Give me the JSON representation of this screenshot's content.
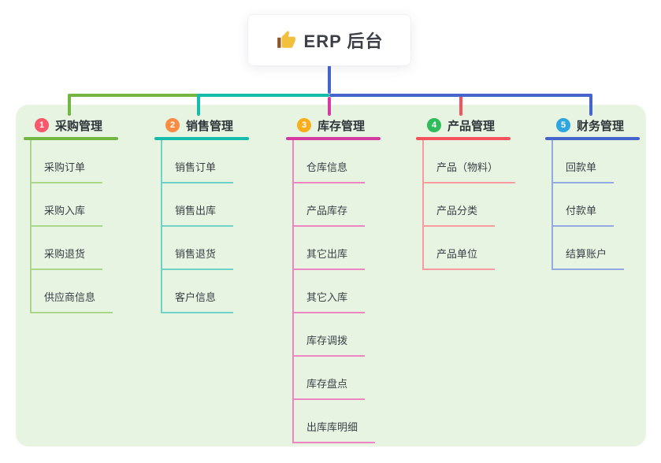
{
  "root": {
    "label": "ERP 后台",
    "icon": "thumbs-up-icon",
    "icon_color": "#f2c03c"
  },
  "canvas": {
    "container_background": "#e8f4e2",
    "stem_color": "#4565cd"
  },
  "branches": [
    {
      "number": "1",
      "label": "采购管理",
      "badge_color": "#f7586b",
      "line_color": "#74b642",
      "light_color": "#a9d689",
      "children": [
        "采购订单",
        "采购入库",
        "采购退货",
        "供应商信息"
      ]
    },
    {
      "number": "2",
      "label": "销售管理",
      "badge_color": "#f98b43",
      "line_color": "#15bcab",
      "light_color": "#70d2c7",
      "children": [
        "销售订单",
        "销售出库",
        "销售退货",
        "客户信息"
      ]
    },
    {
      "number": "3",
      "label": "库存管理",
      "badge_color": "#fbae1c",
      "line_color": "#d43aa0",
      "light_color": "#ee85c3",
      "children": [
        "仓库信息",
        "产品库存",
        "其它出库",
        "其它入库",
        "库存调拨",
        "库存盘点",
        "出库库明细"
      ]
    },
    {
      "number": "4",
      "label": "产品管理",
      "badge_color": "#30bc5b",
      "line_color": "#f4525c",
      "light_color": "#f79ba1",
      "children": [
        "产品（物料）",
        "产品分类",
        "产品单位"
      ]
    },
    {
      "number": "5",
      "label": "财务管理",
      "badge_color": "#2da5de",
      "line_color": "#4565cd",
      "light_color": "#94a8e1",
      "children": [
        "回款单",
        "付款单",
        "结算账户"
      ]
    }
  ]
}
